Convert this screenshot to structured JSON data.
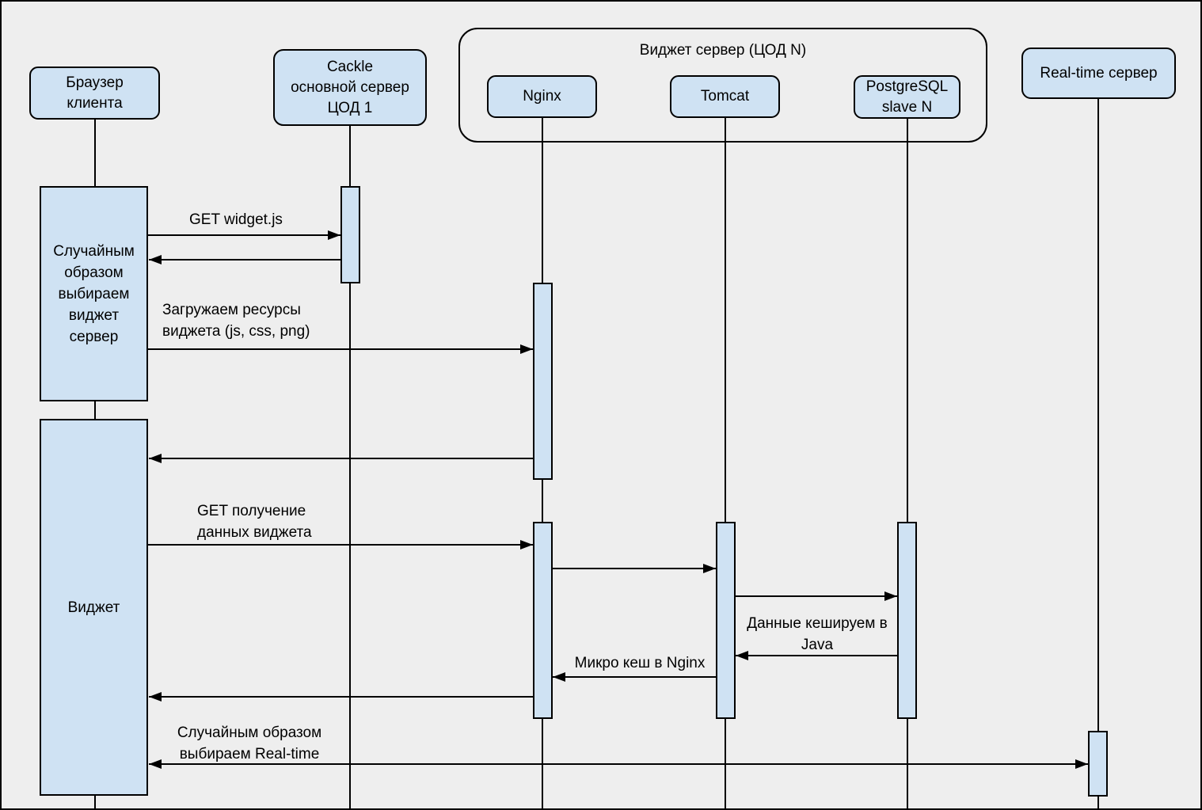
{
  "colors": {
    "background": "#eeeeee",
    "node_fill": "#cfe2f3",
    "stroke": "#000000"
  },
  "participants": {
    "browser": {
      "label": "Браузер\nклиента"
    },
    "cackle": {
      "label": "Cackle\nосновной сервер\nЦОД 1"
    },
    "nginx": {
      "label": "Nginx"
    },
    "tomcat": {
      "label": "Tomcat"
    },
    "postgresql": {
      "label": "PostgreSQL\nslave N"
    },
    "realtime": {
      "label": "Real-time сервер"
    }
  },
  "groups": {
    "widget_server": {
      "label": "Виджет сервер (ЦОД N)"
    }
  },
  "activations": {
    "choose_widget_server": {
      "label": "Случайным\nобразом\nвыбираем\nвиджет\nсервер"
    },
    "widget": {
      "label": "Виджет"
    }
  },
  "messages": {
    "get_widget_js": {
      "label": "GET widget.js"
    },
    "load_resources": {
      "label": "Загружаем  ресурсы\nвиджета (js, css, png)"
    },
    "get_widget_data": {
      "label": "GET получение\nданных виджета"
    },
    "cache_in_java": {
      "label": "Данные кешируем в\nJava"
    },
    "micro_cache": {
      "label": "Микро кеш в Nginx"
    },
    "choose_realtime": {
      "label": "Случайным образом\nвыбираем Real-time"
    }
  }
}
